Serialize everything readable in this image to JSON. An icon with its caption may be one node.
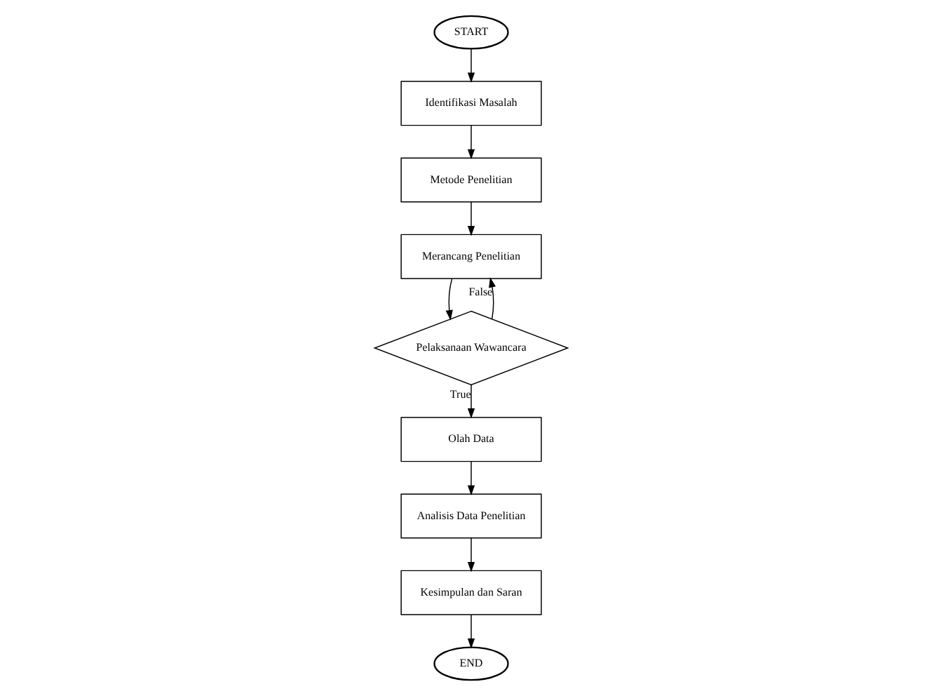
{
  "diagram": {
    "nodes": [
      {
        "text": [
          "START"
        ]
      },
      {
        "text": [
          "Identifikasi Masalah"
        ]
      },
      {
        "text": [
          "Metode Penelitian"
        ]
      },
      {
        "text": [
          "Merancang Penelitian"
        ]
      },
      {
        "text": [
          "Pelaksanaan Wawancara"
        ]
      },
      {
        "text": [
          "Olah Data"
        ]
      },
      {
        "text": [
          "Analisis Data Penelitian"
        ]
      },
      {
        "text": [
          "Kesimpulan dan Saran"
        ]
      },
      {
        "text": [
          "END"
        ]
      }
    ],
    "edges": [
      {
        "from": 0,
        "to": 1,
        "arrow": "to"
      },
      {
        "from": 1,
        "to": 2,
        "arrow": "to"
      },
      {
        "from": 2,
        "to": 3,
        "arrow": "to"
      },
      {
        "from": 3,
        "to": 4,
        "arrow": "to"
      },
      {
        "from": 4,
        "to": 3,
        "arrow": "to",
        "label": "False"
      },
      {
        "from": 4,
        "to": 5,
        "arrow": "to",
        "label": "True"
      },
      {
        "from": 5,
        "to": 6,
        "arrow": "to"
      },
      {
        "from": 6,
        "to": 7,
        "arrow": "to"
      },
      {
        "from": 7,
        "to": 8,
        "arrow": "to"
      }
    ]
  }
}
